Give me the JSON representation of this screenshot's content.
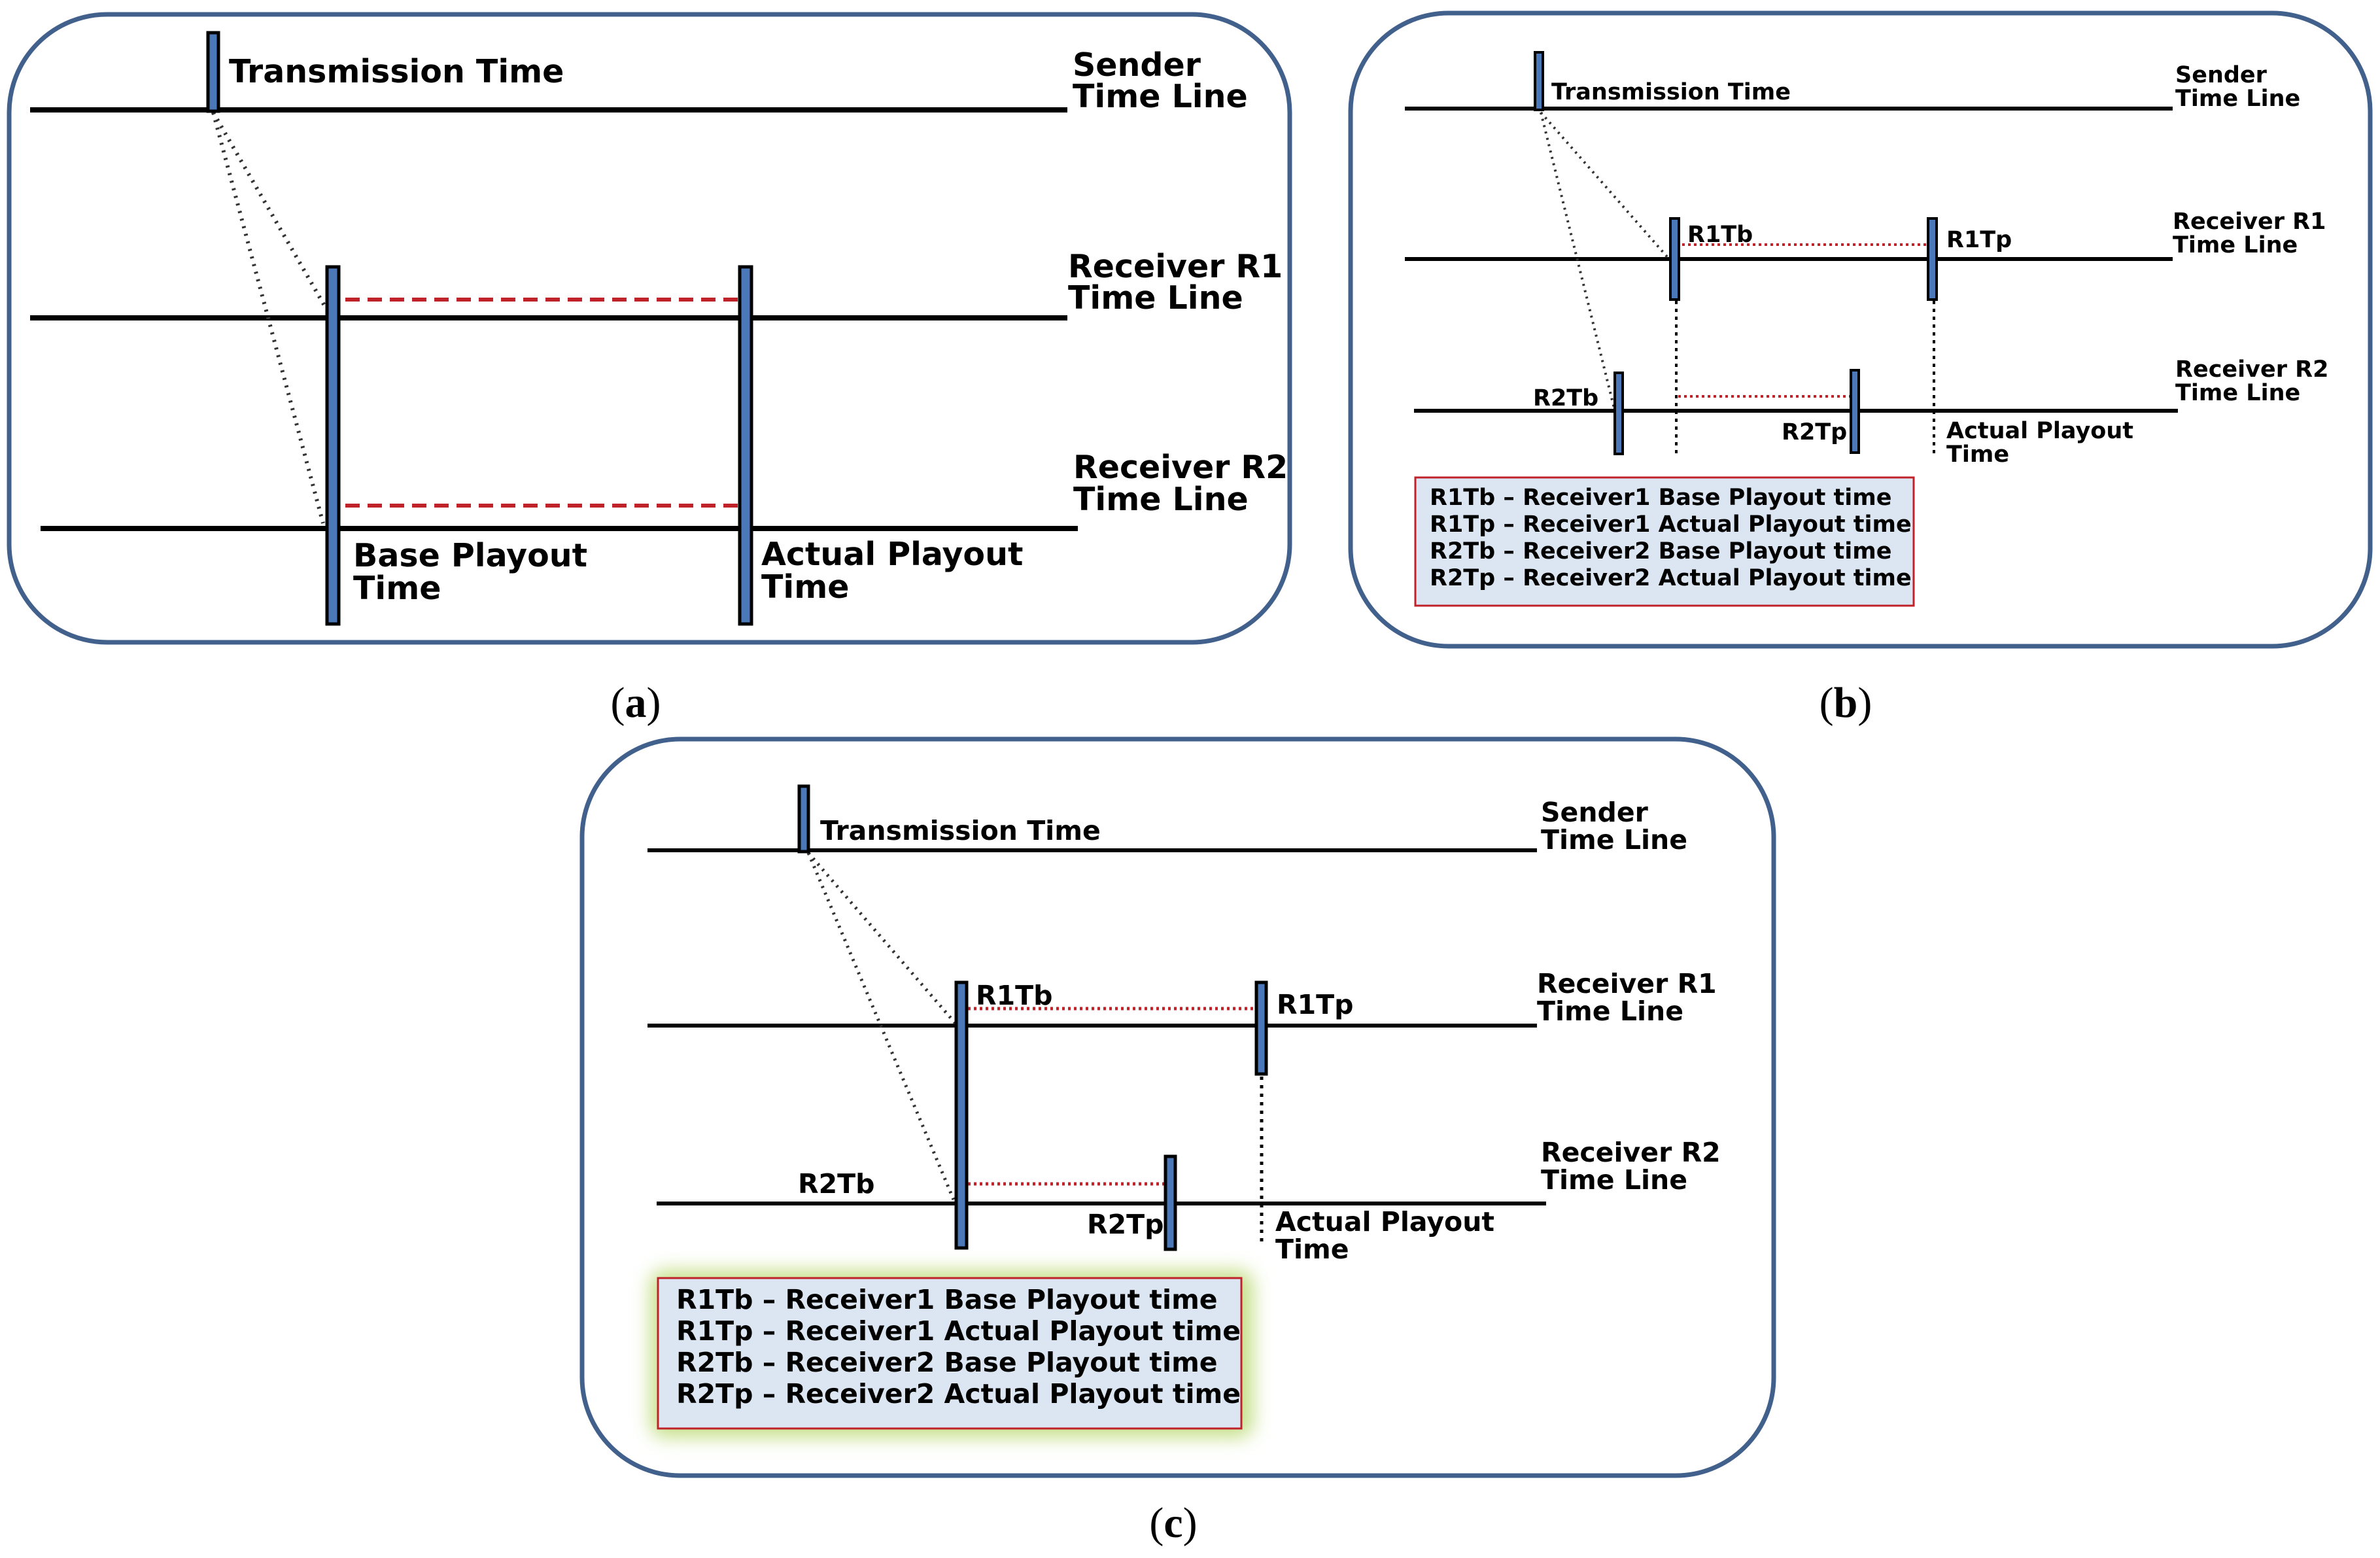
{
  "colors": {
    "panel_border": "#41618c",
    "marker_fill": "#4a78b8",
    "dashed_line": "#c0222a",
    "legend_fill": "#dce6f2",
    "legend_border": "#c0222a",
    "legend_glow": "#c6e08a"
  },
  "panels": {
    "a": {
      "caption_letter": "a",
      "transmission": "Transmission Time",
      "sender": [
        "Sender",
        "Time Line"
      ],
      "r1": [
        "Receiver R1",
        "Time Line"
      ],
      "r2": [
        "Receiver R2",
        "Time Line"
      ],
      "base_playout": [
        "Base Playout",
        "Time"
      ],
      "actual_playout": [
        "Actual Playout",
        "Time"
      ]
    },
    "b": {
      "caption_letter": "b",
      "transmission": "Transmission Time",
      "sender": [
        "Sender",
        "Time Line"
      ],
      "r1": [
        "Receiver R1",
        "Time Line"
      ],
      "r2": [
        "Receiver R2",
        "Time Line"
      ],
      "r1tb": "R1Tb",
      "r1tp": "R1Tp",
      "r2tb": "R2Tb",
      "r2tp": "R2Tp",
      "actual_playout": [
        "Actual Playout",
        "Time"
      ],
      "legend": [
        "R1Tb – Receiver1 Base Playout time",
        "R1Tp – Receiver1 Actual Playout time",
        "R2Tb – Receiver2 Base Playout time",
        "R2Tp – Receiver2 Actual Playout time"
      ]
    },
    "c": {
      "caption_letter": "c",
      "transmission": "Transmission Time",
      "sender": [
        "Sender",
        "Time Line"
      ],
      "r1": [
        "Receiver R1",
        "Time Line"
      ],
      "r2": [
        "Receiver R2",
        "Time Line"
      ],
      "r1tb": "R1Tb",
      "r1tp": "R1Tp",
      "r2tb": "R2Tb",
      "r2tp": "R2Tp",
      "actual_playout": [
        "Actual Playout",
        "Time"
      ],
      "legend": [
        "R1Tb – Receiver1 Base Playout time",
        "R1Tp – Receiver1 Actual Playout time",
        "R2Tb – Receiver2 Base Playout time",
        "R2Tp – Receiver2 Actual Playout time"
      ]
    }
  }
}
